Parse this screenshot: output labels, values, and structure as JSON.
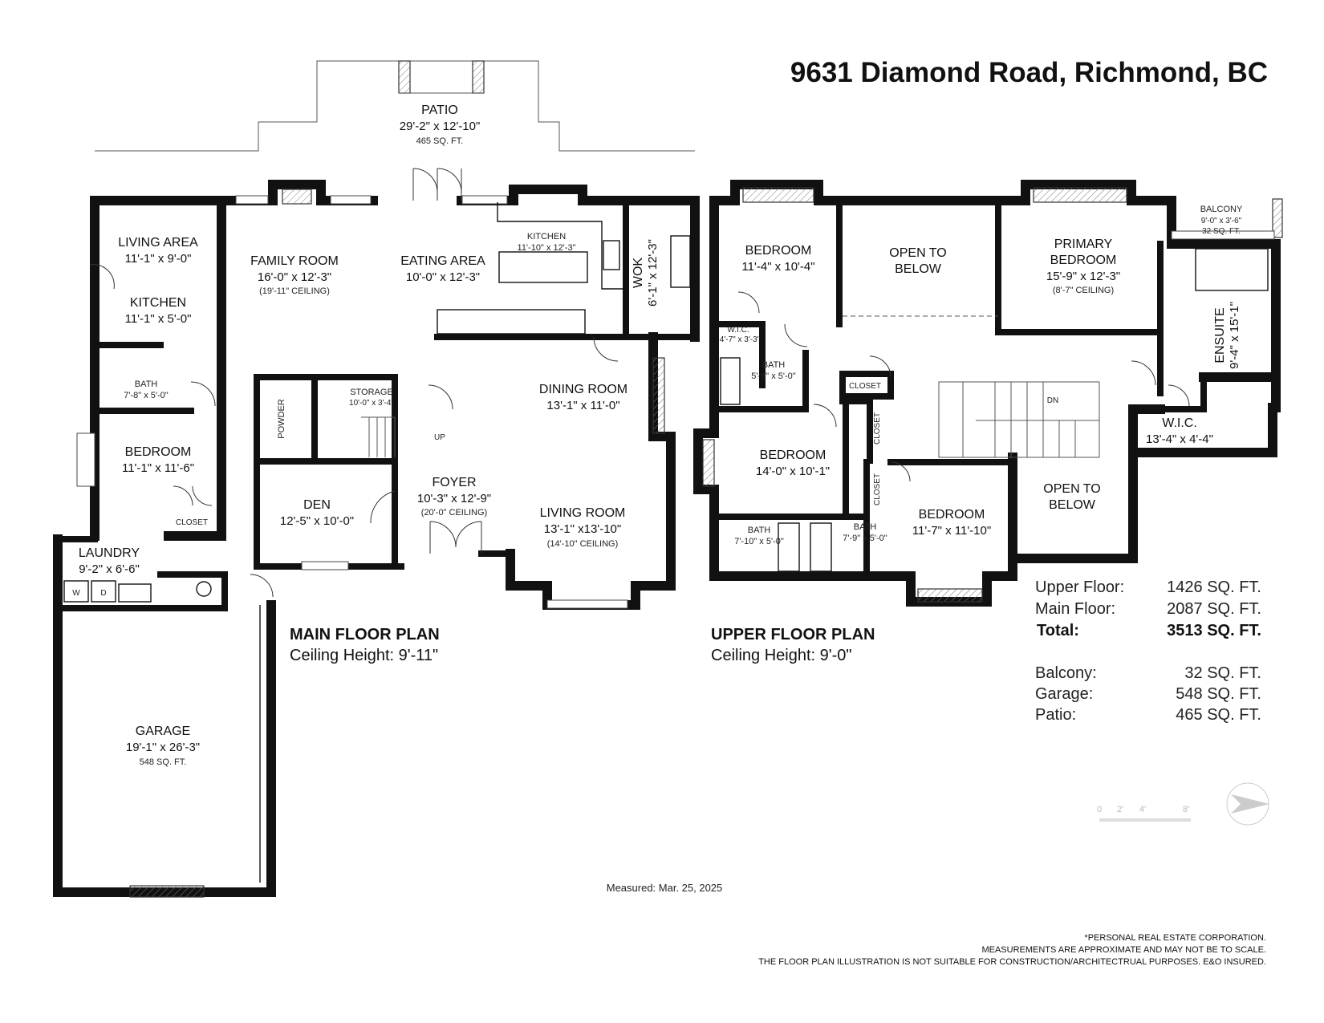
{
  "address": "9631 Diamond Road, Richmond, BC",
  "main_floor": {
    "title": "MAIN FLOOR PLAN",
    "ceiling": "Ceiling Height: 9'-11\"",
    "rooms": {
      "patio": {
        "name": "PATIO",
        "dims": "29'-2\" x 12'-10\"",
        "area": "465 SQ. FT."
      },
      "living_area": {
        "name": "LIVING AREA",
        "dims": "11'-1\" x 9'-0\""
      },
      "kitchen_west": {
        "name": "KITCHEN",
        "dims": "11'-1\" x 5'-0\""
      },
      "bath_west": {
        "name": "BATH",
        "dims": "7'-8\" x 5'-0\""
      },
      "bedroom": {
        "name": "BEDROOM",
        "dims": "11'-1\" x 11'-6\""
      },
      "closet": {
        "name": "CLOSET"
      },
      "laundry": {
        "name": "LAUNDRY",
        "dims": "9'-2\" x 6'-6\""
      },
      "washer": "W",
      "dryer": "D",
      "family_room": {
        "name": "FAMILY ROOM",
        "dims": "16'-0\" x 12'-3\"",
        "ceiling": "(19'-11\" CEILING)"
      },
      "eating_area": {
        "name": "EATING AREA",
        "dims": "10'-0\" x 12'-3\""
      },
      "kitchen": {
        "name": "KITCHEN",
        "dims": "11'-10\" x 12'-3\""
      },
      "wok": {
        "name": "WOK",
        "dims": "6'-1\" x 12'-3\""
      },
      "powder": {
        "name": "POWDER"
      },
      "storage": {
        "name": "STORAGE",
        "dims": "10'-0\" x 3'-4\""
      },
      "stairs_up": "UP",
      "dining_room": {
        "name": "DINING ROOM",
        "dims": "13'-1\" x 11'-0\""
      },
      "den": {
        "name": "DEN",
        "dims": "12'-5\" x 10'-0\""
      },
      "foyer": {
        "name": "FOYER",
        "dims": "10'-3\" x 12'-9\"",
        "ceiling": "(20'-0\" CEILING)"
      },
      "living_room": {
        "name": "LIVING ROOM",
        "dims": "13'-1\" x13'-10\"",
        "ceiling": "(14'-10\" CEILING)"
      },
      "garage": {
        "name": "GARAGE",
        "dims": "19'-1\" x 26'-3\"",
        "area": "548 SQ. FT."
      }
    }
  },
  "upper_floor": {
    "title": "UPPER FLOOR PLAN",
    "ceiling": "Ceiling Height: 9'-0\"",
    "rooms": {
      "bedroom_nw": {
        "name": "BEDROOM",
        "dims": "11'-4\" x 10'-4\""
      },
      "wic_small": {
        "name": "W.I.C.",
        "dims": "4'-7\" x 3'-3\""
      },
      "bath_a": {
        "name": "BATH",
        "dims": "5'-9\" x 5'-0\""
      },
      "open_below_1": {
        "line1": "OPEN TO",
        "line2": "BELOW"
      },
      "primary_bedroom": {
        "line1": "PRIMARY",
        "line2": "BEDROOM",
        "dims": "15'-9\" x 12'-3\"",
        "ceiling": "(8'-7\" CEILING)"
      },
      "balcony": {
        "name": "BALCONY",
        "dims": "9'-0\" x 3'-6\"",
        "area": "32 SQ. FT."
      },
      "ensuite": {
        "name": "ENSUITE",
        "dims": "9'-4\" x 15'-1\""
      },
      "closet_a": {
        "name": "CLOSET"
      },
      "closet_b": {
        "name": "CLOSET"
      },
      "closet_c": {
        "name": "CLOSET"
      },
      "stairs_down": "DN",
      "wic_large": {
        "name": "W.I.C.",
        "dims": "13'-4\" x 4'-4\""
      },
      "bedroom_w": {
        "name": "BEDROOM",
        "dims": "14'-0\" x 10'-1\""
      },
      "open_below_2": {
        "line1": "OPEN TO",
        "line2": "BELOW"
      },
      "bedroom_s": {
        "name": "BEDROOM",
        "dims": "11'-7\" x  11'-10\""
      },
      "bath_b": {
        "name": "BATH",
        "dims": "7'-10\" x 5'-0\""
      },
      "bath_c": {
        "name": "BATH",
        "dims": "7'-9\" x 5'-0\""
      }
    }
  },
  "areas": [
    {
      "label": "Upper Floor:",
      "value": "1426 SQ. FT.",
      "bold": false
    },
    {
      "label": "Main Floor:",
      "value": "2087 SQ. FT.",
      "bold": false
    },
    {
      "label": "Total:",
      "value": "3513 SQ. FT.",
      "bold": true
    }
  ],
  "extras": [
    {
      "label": "Balcony:",
      "value": "32 SQ. FT."
    },
    {
      "label": "Garage:",
      "value": "548 SQ. FT."
    },
    {
      "label": "Patio:",
      "value": "465 SQ. FT."
    }
  ],
  "scale_bar": {
    "labels": [
      "0",
      "2'",
      "4'",
      "8'"
    ]
  },
  "compass_icon": "north-arrow-icon",
  "measured": "Measured: Mar. 25, 2025",
  "disclaimer": [
    "*PERSONAL REAL ESTATE CORPORATION.",
    "MEASUREMENTS ARE APPROXIMATE AND MAY NOT BE TO SCALE.",
    "THE FLOOR PLAN ILLUSTRATION IS NOT SUITABLE FOR CONSTRUCTION/ARCHITECTRUAL PURPOSES. E&O INSURED."
  ]
}
